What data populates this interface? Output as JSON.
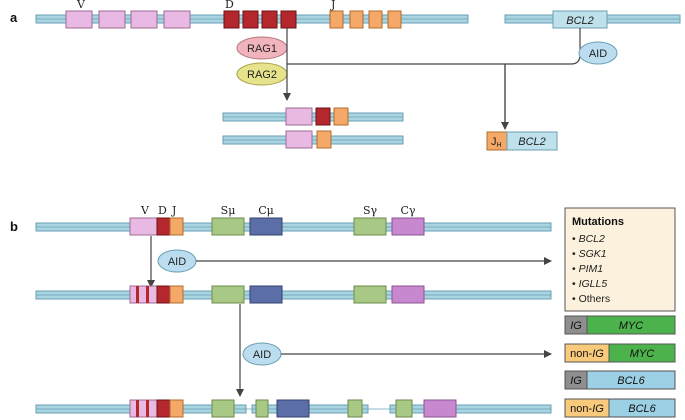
{
  "panel_a": {
    "label": "a",
    "segments": {
      "v": "V",
      "d": "D",
      "j": "J"
    },
    "bcl2_gene": "BCL2",
    "rag1": "RAG1",
    "rag2": "RAG2",
    "aid": "AID",
    "translocation": {
      "jh_main": "J",
      "jh_sub": "H",
      "partner": "BCL2"
    }
  },
  "panel_b": {
    "label": "b",
    "segments": {
      "v": "V",
      "d": "D",
      "j": "J",
      "smu": "Sμ",
      "cmu": "Cμ",
      "sgamma": "Sγ",
      "cgamma": "Cγ"
    },
    "aid_1": "AID",
    "aid_2": "AID",
    "mutations": {
      "title": "Mutations",
      "items": [
        "BCL2",
        "SGK1",
        "PIM1",
        "IGLL5",
        "Others"
      ],
      "italic": [
        true,
        true,
        true,
        true,
        false
      ]
    },
    "translocations": [
      {
        "left": "IG",
        "right": "MYC"
      },
      {
        "left": "non-IG",
        "right": "MYC"
      },
      {
        "left": "IG",
        "right": "BCL6"
      },
      {
        "left": "non-IG",
        "right": "BCL6"
      }
    ]
  },
  "colors": {
    "dna": "#a9d4e2",
    "dna_edge": "#6a9fb3",
    "v_segment": "#e8b9e3",
    "d_segment": "#b3272d",
    "j_segment": "#f4a968",
    "bcl2_box": "#bfe1ec",
    "rag1": "#f1b3bc",
    "rag2": "#e7e38c",
    "aid": "#bcdcef",
    "s_region": "#a7c985",
    "c_mu": "#5b6ea7",
    "c_gamma": "#c888cf",
    "mutation_box": "#fbf1dc",
    "ig_gray": "#8e8e8e",
    "non_ig": "#f9c97c",
    "myc": "#4cb24c",
    "bcl6": "#9cd0e4"
  }
}
